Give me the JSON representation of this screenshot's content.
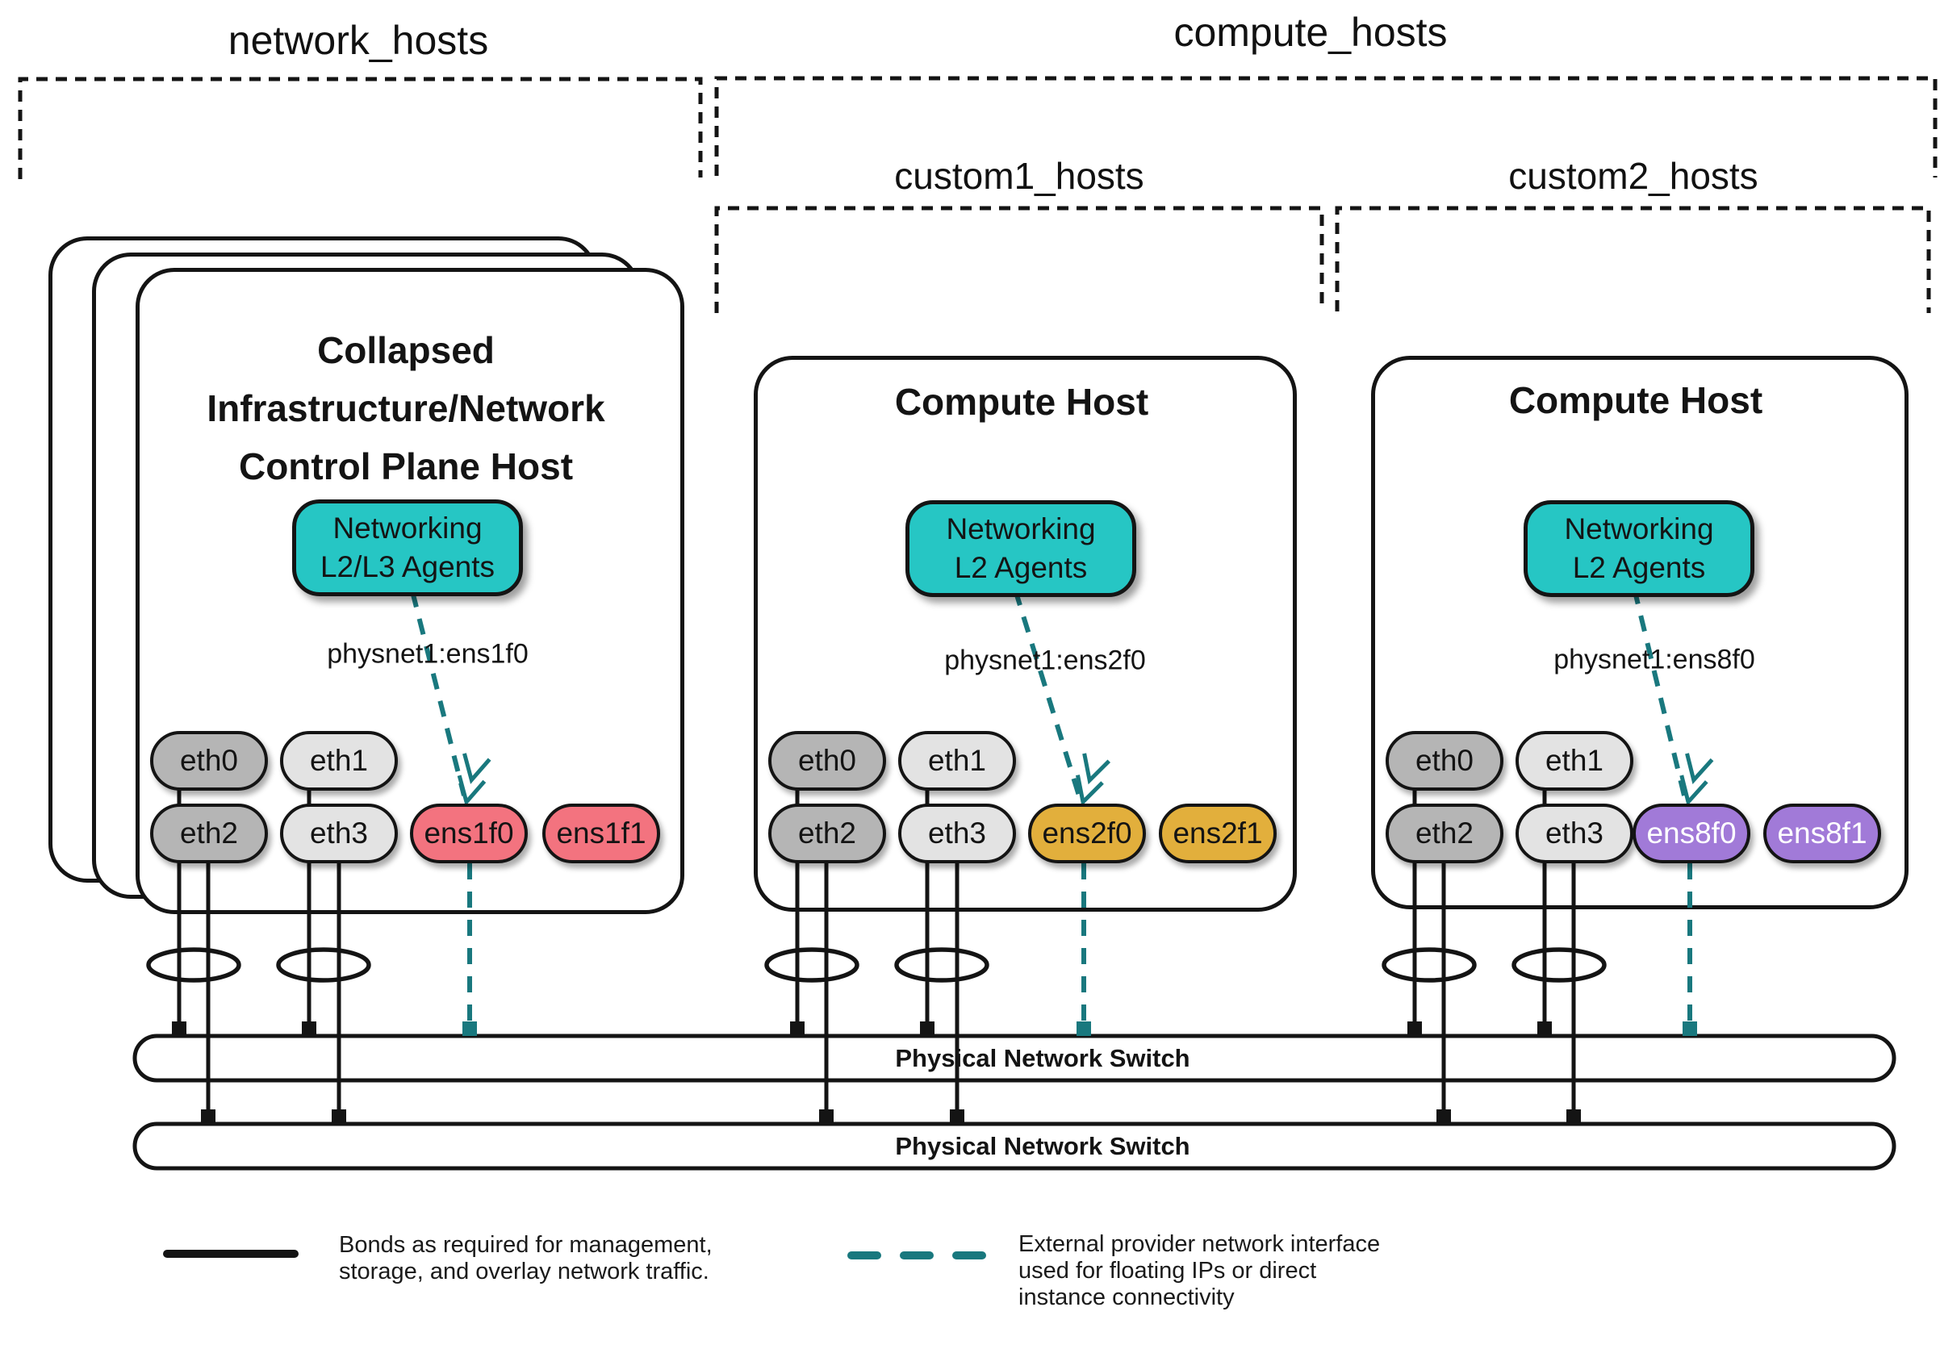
{
  "group_labels": {
    "network": "network_hosts",
    "compute": "compute_hosts",
    "custom1": "custom1_hosts",
    "custom2": "custom2_hosts"
  },
  "hosts": [
    {
      "title_lines": [
        "Collapsed",
        "Infrastructure/Network",
        "Control Plane Host"
      ],
      "agent_lines": [
        "Networking",
        "L2/L3 Agents"
      ],
      "physnet_label": "physnet1:ens1f0",
      "nics": [
        "eth0",
        "eth1",
        "eth2",
        "eth3",
        "ens1f0",
        "ens1f1"
      ]
    },
    {
      "title_lines": [
        "Compute Host"
      ],
      "agent_lines": [
        "Networking",
        "L2 Agents"
      ],
      "physnet_label": "physnet1:ens2f0",
      "nics": [
        "eth0",
        "eth1",
        "eth2",
        "eth3",
        "ens2f0",
        "ens2f1"
      ]
    },
    {
      "title_lines": [
        "Compute Host"
      ],
      "agent_lines": [
        "Networking",
        "L2 Agents"
      ],
      "physnet_label": "physnet1:ens8f0",
      "nics": [
        "eth0",
        "eth1",
        "eth2",
        "eth3",
        "ens8f0",
        "ens8f1"
      ]
    }
  ],
  "switches": [
    {
      "label": "Physical Network Switch"
    },
    {
      "label": "Physical Network Switch"
    }
  ],
  "legend": {
    "bond": [
      "Bonds as required for management,",
      "storage, and overlay network traffic."
    ],
    "provider": [
      "External provider network interface",
      "used for floating IPs or direct",
      "instance connectivity"
    ]
  },
  "colors": {
    "agent_fill": "#26C6C4",
    "provider_dash": "#19787E",
    "nic_pink": "#F3737F",
    "nic_gold": "#E2AF3C",
    "nic_purple": "#A17AD8",
    "nic_gray_dark": "#B5B5B5",
    "nic_gray_light": "#E3E3E3",
    "outline": "#141414"
  }
}
